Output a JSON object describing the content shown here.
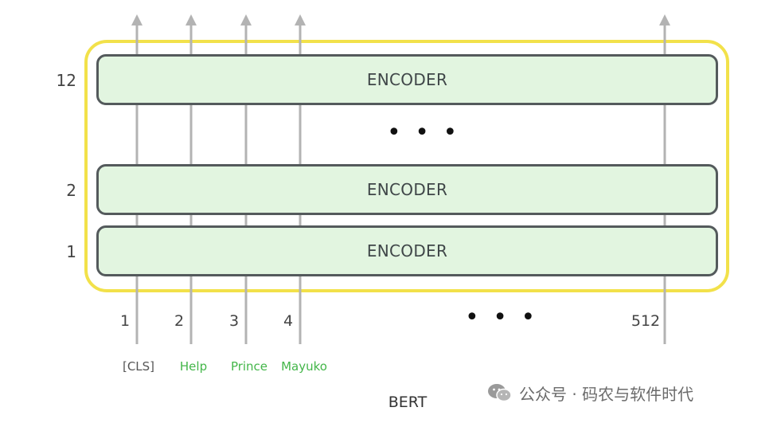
{
  "layers": [
    {
      "number": "12",
      "label": "ENCODER"
    },
    {
      "number": "2",
      "label": "ENCODER"
    },
    {
      "number": "1",
      "label": "ENCODER"
    }
  ],
  "layer_ellipsis": "• • •",
  "positions": [
    "1",
    "2",
    "3",
    "4",
    "512"
  ],
  "position_ellipsis": "• • •",
  "tokens": [
    {
      "text": "[CLS]",
      "color": "#555555"
    },
    {
      "text": "Help",
      "color": "#43b649"
    },
    {
      "text": "Prince",
      "color": "#43b649"
    },
    {
      "text": "Mayuko",
      "color": "#43b649"
    }
  ],
  "caption": "BERT",
  "watermark": {
    "text": "公众号 · 码农与软件时代",
    "icon": "wechat-icon"
  },
  "colors": {
    "encoder_fill": "#e2f5e0",
    "encoder_border": "#545a5c",
    "highlight_outline": "#f2e14a",
    "arrow": "#b3b3b3",
    "token_green": "#43b649"
  }
}
